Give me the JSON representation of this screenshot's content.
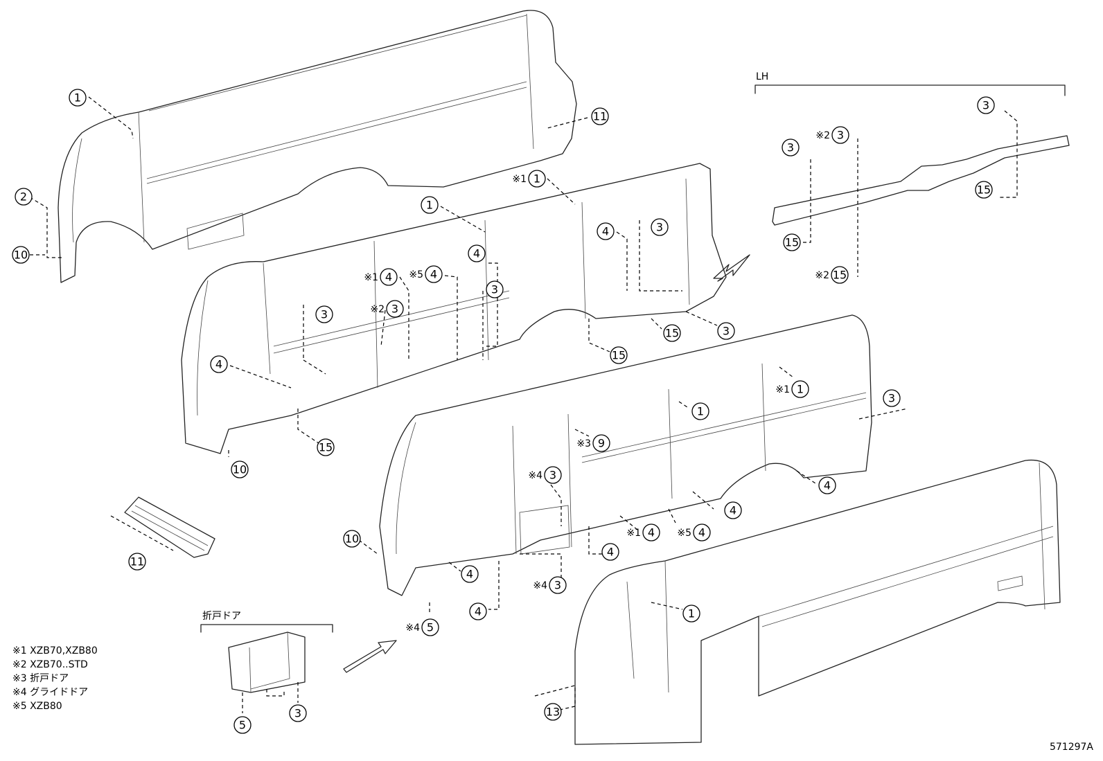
{
  "lh_label": "LH",
  "door_label": "折戸ドア",
  "diagram_code": "571297A",
  "legend": [
    {
      "mark": "※1",
      "text": "XZB70,XZB80"
    },
    {
      "mark": "※2",
      "text": "XZB70..STD"
    },
    {
      "mark": "※3",
      "text": "折戸ドア"
    },
    {
      "mark": "※4",
      "text": "グライドドア"
    },
    {
      "mark": "※5",
      "text": "XZB80"
    }
  ],
  "callouts": [
    {
      "num": "1",
      "prefix": ""
    },
    {
      "num": "2",
      "prefix": ""
    },
    {
      "num": "10",
      "prefix": ""
    },
    {
      "num": "11",
      "prefix": ""
    },
    {
      "num": "1",
      "prefix": "※1"
    },
    {
      "num": "1",
      "prefix": ""
    },
    {
      "num": "4",
      "prefix": ""
    },
    {
      "num": "3",
      "prefix": ""
    },
    {
      "num": "4",
      "prefix": "※1"
    },
    {
      "num": "4",
      "prefix": "※5"
    },
    {
      "num": "3",
      "prefix": "※2"
    },
    {
      "num": "4",
      "prefix": ""
    },
    {
      "num": "3",
      "prefix": ""
    },
    {
      "num": "3",
      "prefix": ""
    },
    {
      "num": "15",
      "prefix": ""
    },
    {
      "num": "15",
      "prefix": ""
    },
    {
      "num": "3",
      "prefix": ""
    },
    {
      "num": "4",
      "prefix": ""
    },
    {
      "num": "15",
      "prefix": ""
    },
    {
      "num": "10",
      "prefix": ""
    },
    {
      "num": "3",
      "prefix": ""
    },
    {
      "num": "3",
      "prefix": "※2"
    },
    {
      "num": "3",
      "prefix": ""
    },
    {
      "num": "15",
      "prefix": ""
    },
    {
      "num": "15",
      "prefix": ""
    },
    {
      "num": "15",
      "prefix": "※2"
    },
    {
      "num": "1",
      "prefix": "※1"
    },
    {
      "num": "1",
      "prefix": ""
    },
    {
      "num": "3",
      "prefix": ""
    },
    {
      "num": "9",
      "prefix": "※3"
    },
    {
      "num": "3",
      "prefix": "※4"
    },
    {
      "num": "4",
      "prefix": ""
    },
    {
      "num": "4",
      "prefix": ""
    },
    {
      "num": "4",
      "prefix": "※1"
    },
    {
      "num": "4",
      "prefix": "※5"
    },
    {
      "num": "4",
      "prefix": ""
    },
    {
      "num": "10",
      "prefix": ""
    },
    {
      "num": "4",
      "prefix": ""
    },
    {
      "num": "3",
      "prefix": "※4"
    },
    {
      "num": "4",
      "prefix": ""
    },
    {
      "num": "5",
      "prefix": "※4"
    },
    {
      "num": "11",
      "prefix": ""
    },
    {
      "num": "1",
      "prefix": ""
    },
    {
      "num": "13",
      "prefix": ""
    },
    {
      "num": "5",
      "prefix": ""
    },
    {
      "num": "3",
      "prefix": ""
    }
  ]
}
